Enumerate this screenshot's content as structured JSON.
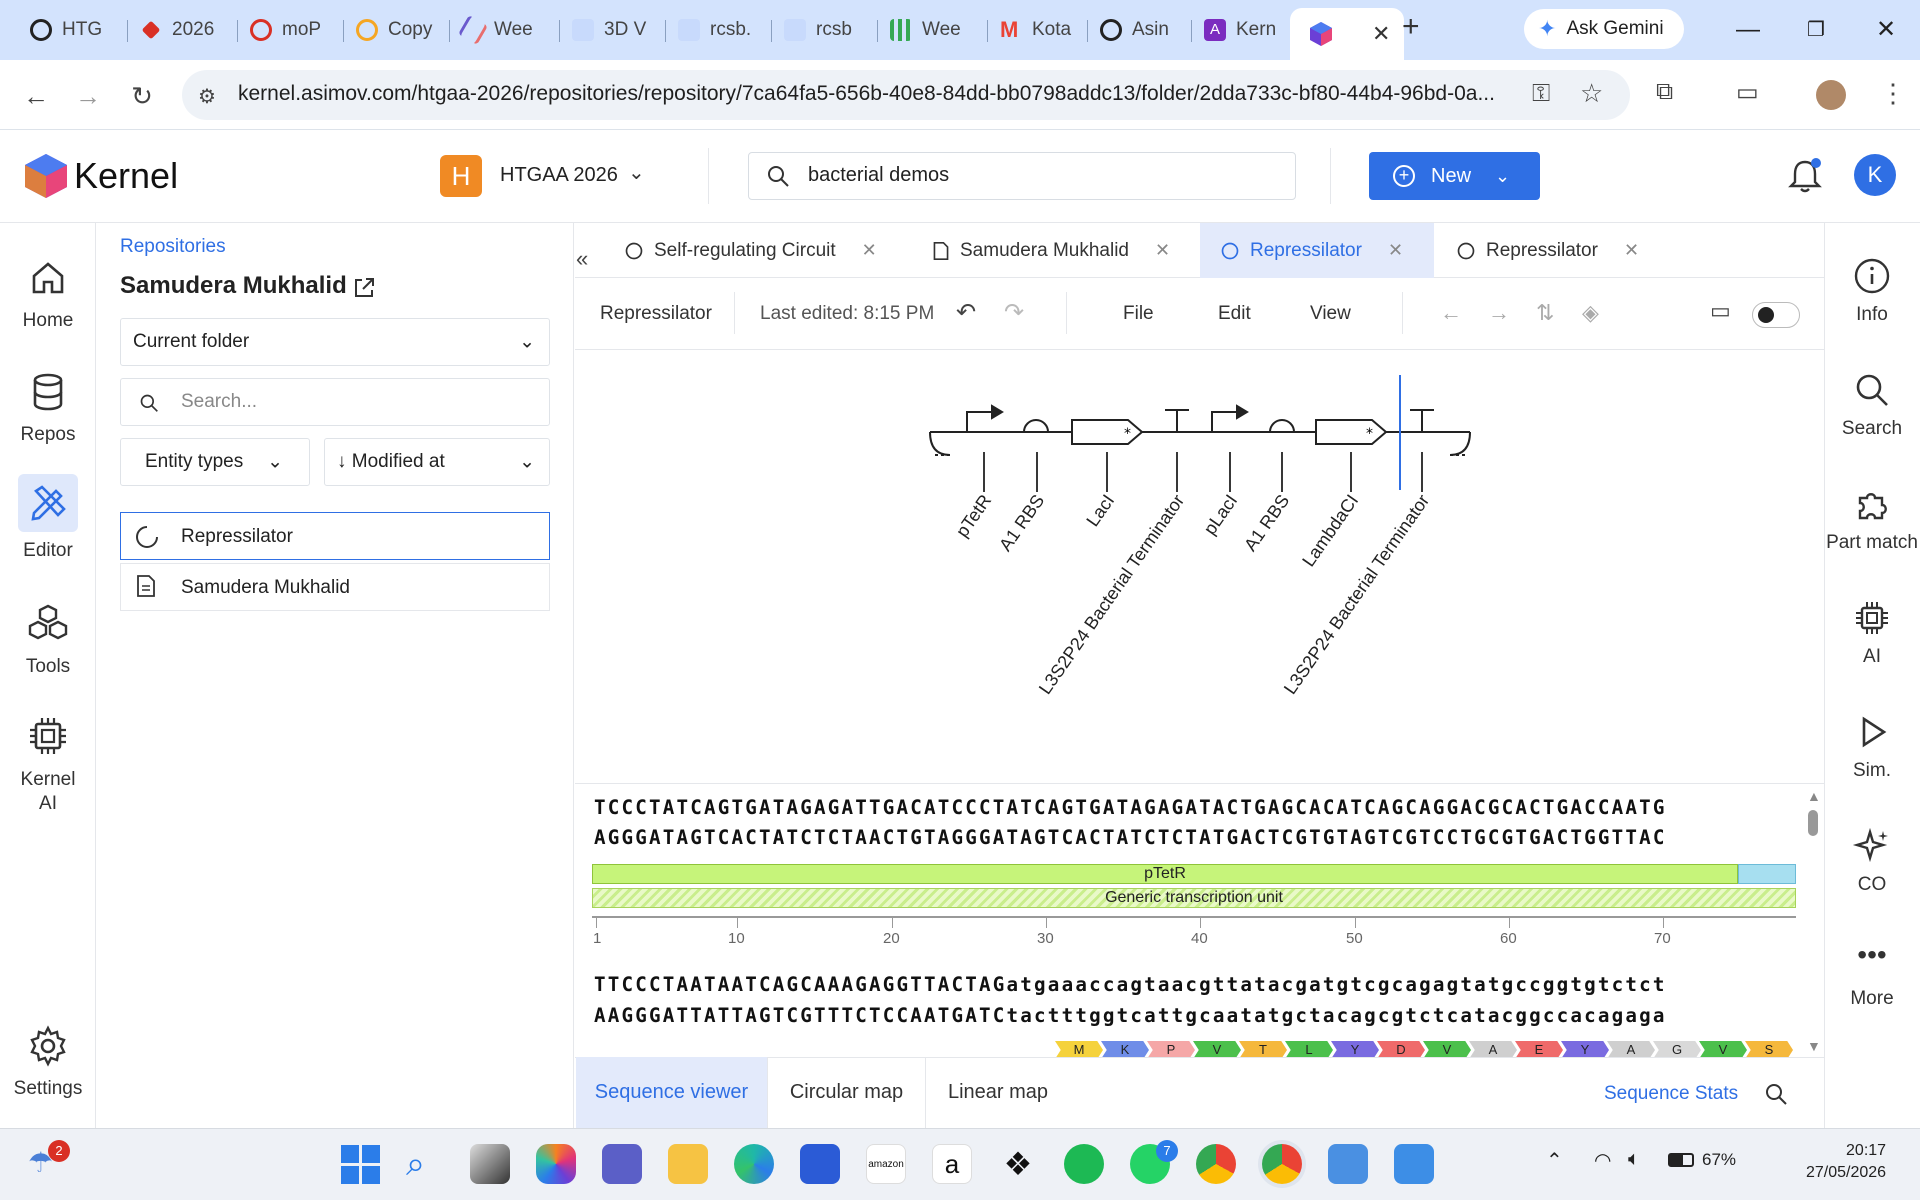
{
  "browser": {
    "tabs": [
      {
        "label": "HTG",
        "color": "#222222"
      },
      {
        "label": "2026",
        "color": "#d93025"
      },
      {
        "label": "moP",
        "color": "#d93025"
      },
      {
        "label": "Copy",
        "color": "#f5a623"
      },
      {
        "label": "Wee",
        "color": "#6a5acd"
      },
      {
        "label": "3D V",
        "color": "#8ab4f8"
      },
      {
        "label": "rcsb.",
        "color": "#8ab4f8"
      },
      {
        "label": "rcsb",
        "color": "#8ab4f8"
      },
      {
        "label": "Wee",
        "color": "#34a853"
      },
      {
        "label": "Kota",
        "color": "#ea4335"
      },
      {
        "label": "Asin",
        "color": "#222222"
      },
      {
        "label": "Kern",
        "color": "#7b2cbf"
      }
    ],
    "gemini_label": "Ask Gemini",
    "url": "kernel.asimov.com/htgaa-2026/repositories/repository/7ca64fa5-656b-40e8-84dd-bb0798addc13/folder/2dda733c-bf80-44b4-96bd-0a..."
  },
  "header": {
    "app_name": "Kernel",
    "org_initial": "H",
    "org_name": "HTGAA 2026",
    "search_value": "bacterial demos",
    "new_label": "New",
    "avatar_initial": "K"
  },
  "leftnav": {
    "items": [
      "Home",
      "Repos",
      "Editor",
      "Tools",
      "Kernel AI",
      "Settings"
    ]
  },
  "panel": {
    "breadcrumb": "Repositories",
    "folder_title": "Samudera Mukhalid",
    "scope_select": "Current folder",
    "search_placeholder": "Search...",
    "entity_filter": "Entity types",
    "sort_filter": "↓ Modified at",
    "files": [
      {
        "name": "Repressilator",
        "icon": "sequence-icon",
        "selected": true
      },
      {
        "name": "Samudera Mukhalid",
        "icon": "document-icon",
        "selected": false
      }
    ]
  },
  "editor": {
    "tabs": [
      {
        "label": "Self-regulating Circuit",
        "icon": "sequence-icon",
        "active": false
      },
      {
        "label": "Samudera Mukhalid",
        "icon": "document-icon",
        "active": false
      },
      {
        "label": "Repressilator",
        "icon": "sequence-icon",
        "active": true
      },
      {
        "label": "Repressilator",
        "icon": "sequence-icon",
        "active": false
      }
    ],
    "doc_name": "Repressilator",
    "last_edited": "Last edited: 8:15 PM",
    "menus": [
      "File",
      "Edit",
      "View"
    ]
  },
  "diagram": {
    "parts": [
      {
        "label": "pTetR",
        "kind": "promoter"
      },
      {
        "label": "A1 RBS",
        "kind": "rbs"
      },
      {
        "label": "LacI",
        "kind": "cds"
      },
      {
        "label": "L3S2P24 Bacterial Terminator",
        "kind": "terminator"
      },
      {
        "label": "pLacI",
        "kind": "promoter"
      },
      {
        "label": "A1 RBS",
        "kind": "rbs"
      },
      {
        "label": "LambdaCI",
        "kind": "cds"
      },
      {
        "label": "L3S2P24 Bacterial Terminator",
        "kind": "terminator"
      }
    ]
  },
  "sequence": {
    "row1_top": "TCCCTATCAGTGATAGAGATTGACATCCCTATCAGTGATAGAGATACTGAGCACATCAGCAGGACGCACTGACCAATG",
    "row1_bottom": "AGGGATAGTCACTATCTCTAACTGTAGGGATAGTCACTATCTCTATGACTCGTGTAGTCGTCCTGCGTGACTGGTTAC",
    "annotations": [
      "pTetR",
      "Generic transcription unit"
    ],
    "ruler": [
      "1",
      "10",
      "20",
      "30",
      "40",
      "50",
      "60",
      "70"
    ],
    "row2_top": "TTCCCTAATAATCAGCAAAGAGGTTACTAGatgaaaccagtaacgttatacgatgtcgcagagtatgccggtgtctct",
    "row2_bottom": "AAGGGATTATTAGTCGTTTCTCCAATGATCtactttggtcattgcaatatgctacagcgtctcatacggccacagaga",
    "translation": [
      {
        "aa": "M",
        "color": "#f5d23c"
      },
      {
        "aa": "K",
        "color": "#6f8de8"
      },
      {
        "aa": "P",
        "color": "#f5a7a7"
      },
      {
        "aa": "V",
        "color": "#4cc04c"
      },
      {
        "aa": "T",
        "color": "#f5b83c"
      },
      {
        "aa": "L",
        "color": "#4cc04c"
      },
      {
        "aa": "Y",
        "color": "#7a6be0"
      },
      {
        "aa": "D",
        "color": "#ef6a6a"
      },
      {
        "aa": "V",
        "color": "#4cc04c"
      },
      {
        "aa": "A",
        "color": "#cfcfcf"
      },
      {
        "aa": "E",
        "color": "#ef6a6a"
      },
      {
        "aa": "Y",
        "color": "#7a6be0"
      },
      {
        "aa": "A",
        "color": "#cfcfcf"
      },
      {
        "aa": "G",
        "color": "#d9d9d9"
      },
      {
        "aa": "V",
        "color": "#4cc04c"
      },
      {
        "aa": "S",
        "color": "#f5b83c"
      }
    ]
  },
  "viewtabs": {
    "items": [
      "Sequence viewer",
      "Circular map",
      "Linear map"
    ],
    "stats": "Sequence Stats"
  },
  "rightrail": {
    "items": [
      "Info",
      "Search",
      "Part match",
      "AI",
      "Sim.",
      "CO",
      "More"
    ]
  },
  "taskbar": {
    "weather_badge": "2",
    "whatsapp_badge": "7",
    "battery": "67%",
    "time": "20:17",
    "date": "27/05/2026"
  },
  "colors": {
    "accent": "#2f6fe4",
    "browser_bar": "#d3e3fd",
    "org_badge": "#f08a24"
  }
}
